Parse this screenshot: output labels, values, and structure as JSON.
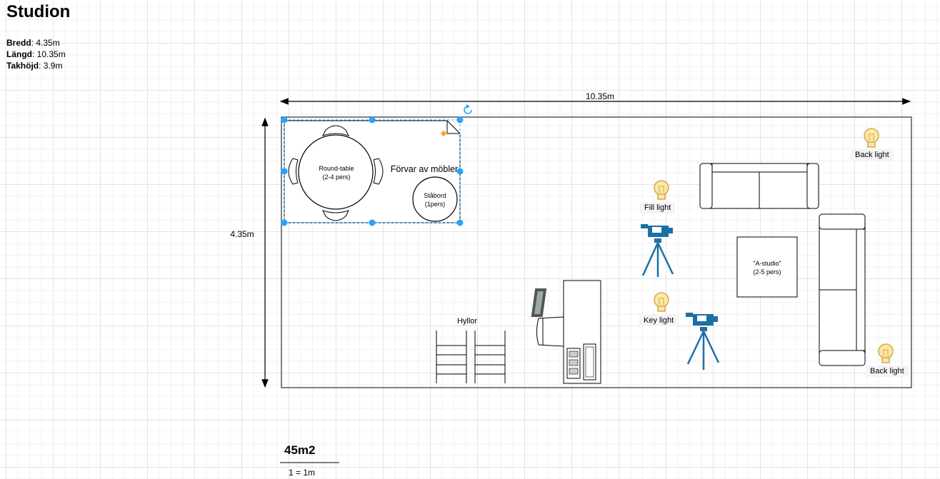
{
  "header": {
    "title": "Studion",
    "specs": [
      {
        "label": "Bredd",
        "value": ": 4.35m"
      },
      {
        "label": "Längd",
        "value": ": 10.35m"
      },
      {
        "label": "Takhöjd",
        "value": ": 3.9m"
      }
    ]
  },
  "dimensions": {
    "length": "10.35m",
    "width": "4.35m"
  },
  "furniture": {
    "storage_label": "Förvar av möbler",
    "round_table": {
      "line1": "Round-table",
      "line2": "(2-4 pers)"
    },
    "standing_table": {
      "line1": "Ståbord",
      "line2": "(1pers)"
    },
    "a_studio": {
      "line1": "\"A-studio\"",
      "line2": "(2-5 pers)"
    },
    "shelves": "Hyllor"
  },
  "lights": {
    "back_light_top": "Back light",
    "back_light_bottom": "Back light",
    "fill_light": "Fill light",
    "key_light": "Key light"
  },
  "footer": {
    "area": "45m2",
    "scale": "1 = 1m"
  },
  "colors": {
    "selection": "#29a3ff",
    "bulb": "#f5c542",
    "camera": "#1d6fa5",
    "room_border": "#555555"
  }
}
